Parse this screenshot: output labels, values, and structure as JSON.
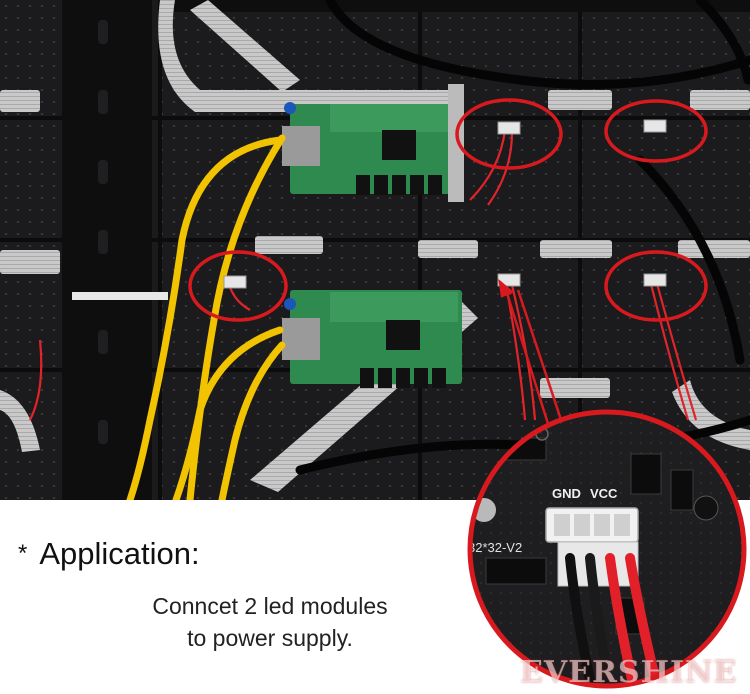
{
  "caption": {
    "bullet": "*",
    "heading": "Application:",
    "line1": "Conncet 2 led modules",
    "line2": "to power supply."
  },
  "zoom": {
    "label_gnd": "GND",
    "label_vcc": "VCC",
    "board_text": "32*32-V2"
  },
  "watermark": "EVERSHINE",
  "colors": {
    "highlight": "#d81a1f",
    "ribbon": "#c8c8c8",
    "ethernet": "#f2c300",
    "board": "#2f8a4f",
    "panel": "#1d1d1f"
  }
}
